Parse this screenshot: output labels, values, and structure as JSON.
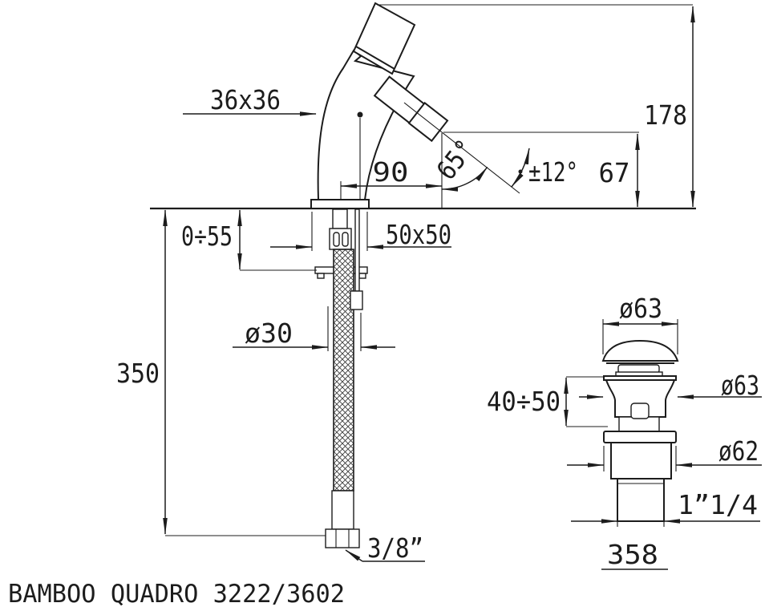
{
  "drawing": {
    "caption": "BAMBOO QUADRO 3222/3602",
    "line_color": "#1c1c1c",
    "background": "#ffffff",
    "main_view": {
      "body_section": "36x36",
      "total_height": "178",
      "spout_reach": "90",
      "spout_angle": "65°",
      "spout_swivel": "±12°",
      "spout_height": "67",
      "mounting_thickness": "0÷55",
      "base_plate_size": "50x50",
      "hole_diameter": "ø30",
      "hose_length": "350",
      "hose_thread": "3/8”"
    },
    "drain_view": {
      "cap_diameter": "ø63",
      "body_height_range": "40÷50",
      "top_diameter": "ø63",
      "flange_diameter": "ø62",
      "pipe_thread": "1”1/4",
      "part_code": "358"
    }
  }
}
